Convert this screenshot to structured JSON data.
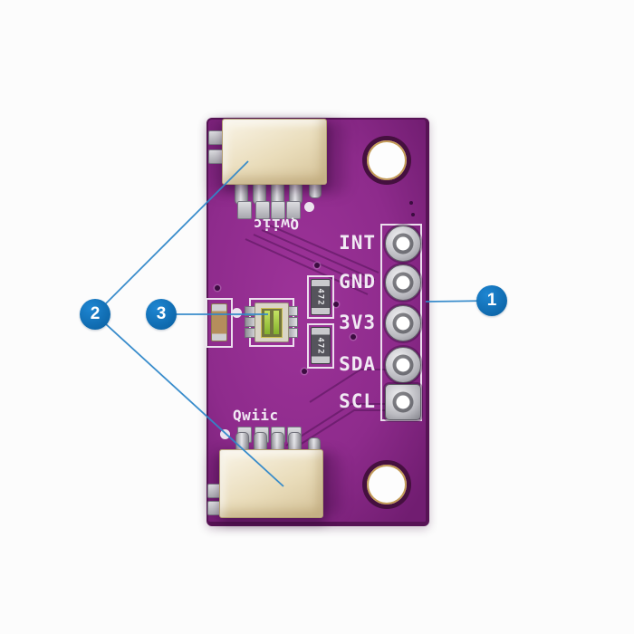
{
  "colors": {
    "background": "#fcfcfc",
    "pcb_purple": "#8e2b8c",
    "pcb_edge_dark": "#571355",
    "silkscreen_white": "#eee6f0",
    "callout_blue": "#1173bd",
    "leader_line_blue": "#2f87c9",
    "connector_beige": "#ecdfc2",
    "pad_silver": "#cdcdd2"
  },
  "pcb": {
    "pin_labels": [
      "INT",
      "GND",
      "3V3",
      "SDA",
      "SCL"
    ],
    "top_connector_label": "Qwiic",
    "bottom_connector_label": "Qwiic",
    "resistor_values": [
      "472",
      "472"
    ]
  },
  "callouts": [
    {
      "number": "1"
    },
    {
      "number": "2"
    },
    {
      "number": "3"
    }
  ]
}
